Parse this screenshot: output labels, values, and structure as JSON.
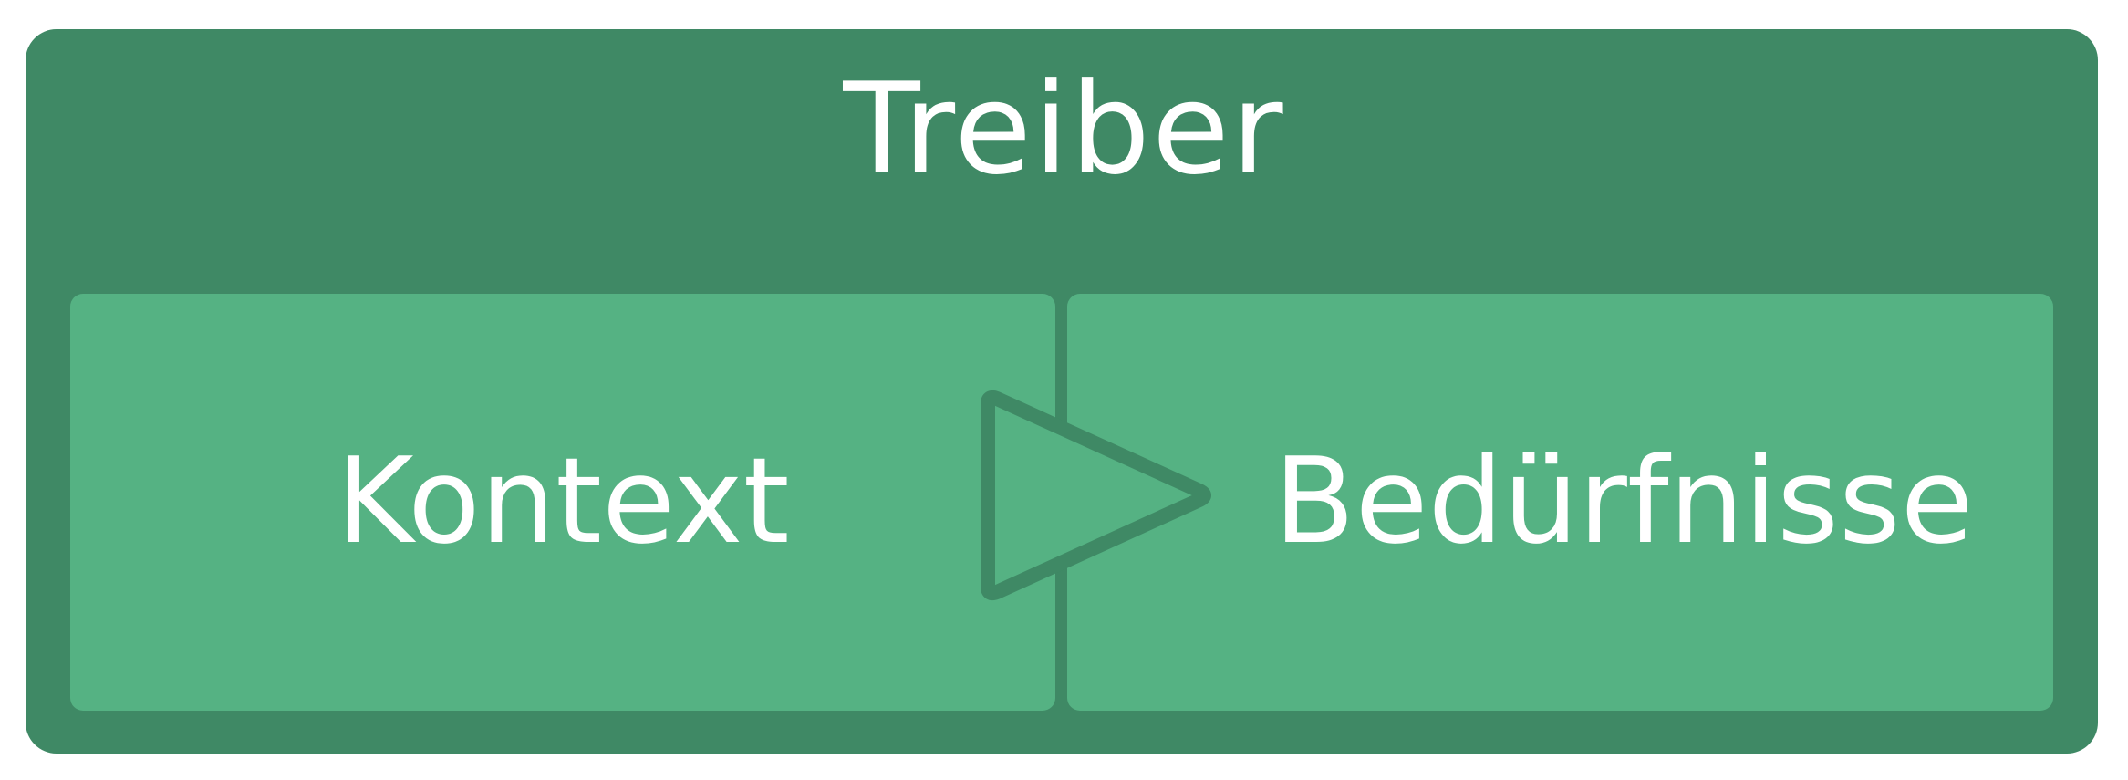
{
  "diagram": {
    "title": "Treiber",
    "left_box": {
      "label": "Kontext"
    },
    "right_box": {
      "label": "Bedürfnisse"
    },
    "connector": {
      "icon": "play-triangle-icon",
      "direction": "left-to-right"
    }
  },
  "colors": {
    "frame": "#3f8965",
    "box": "#55b283",
    "text": "#ffffff"
  }
}
